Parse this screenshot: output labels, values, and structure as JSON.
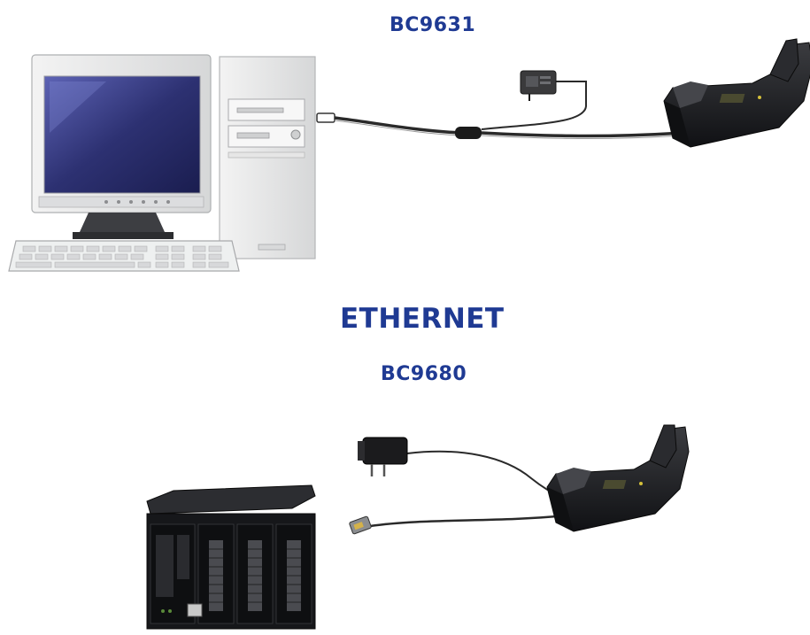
{
  "top_model": "BC9631",
  "middle_heading": "ETHERNET",
  "bottom_model": "BC9680",
  "colors": {
    "label": "#1f3a93",
    "device_dark": "#1a1b1e",
    "computer_beige": "#e9eaea",
    "screen_blue": "#2a2d6a",
    "cable": "#222222"
  }
}
